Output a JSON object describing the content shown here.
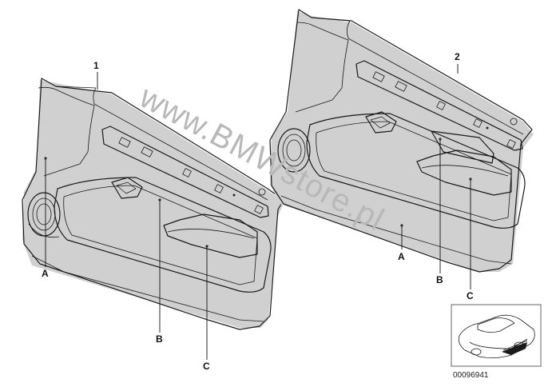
{
  "diagram": {
    "watermark": "www.BMWstore.pl",
    "part_number": "00096941",
    "callouts": {
      "front_left_panel": "1",
      "front_right_panel": "2",
      "left_A": "A",
      "left_B": "B",
      "left_C": "C",
      "right_A": "A",
      "right_B": "B",
      "right_C": "C"
    }
  }
}
